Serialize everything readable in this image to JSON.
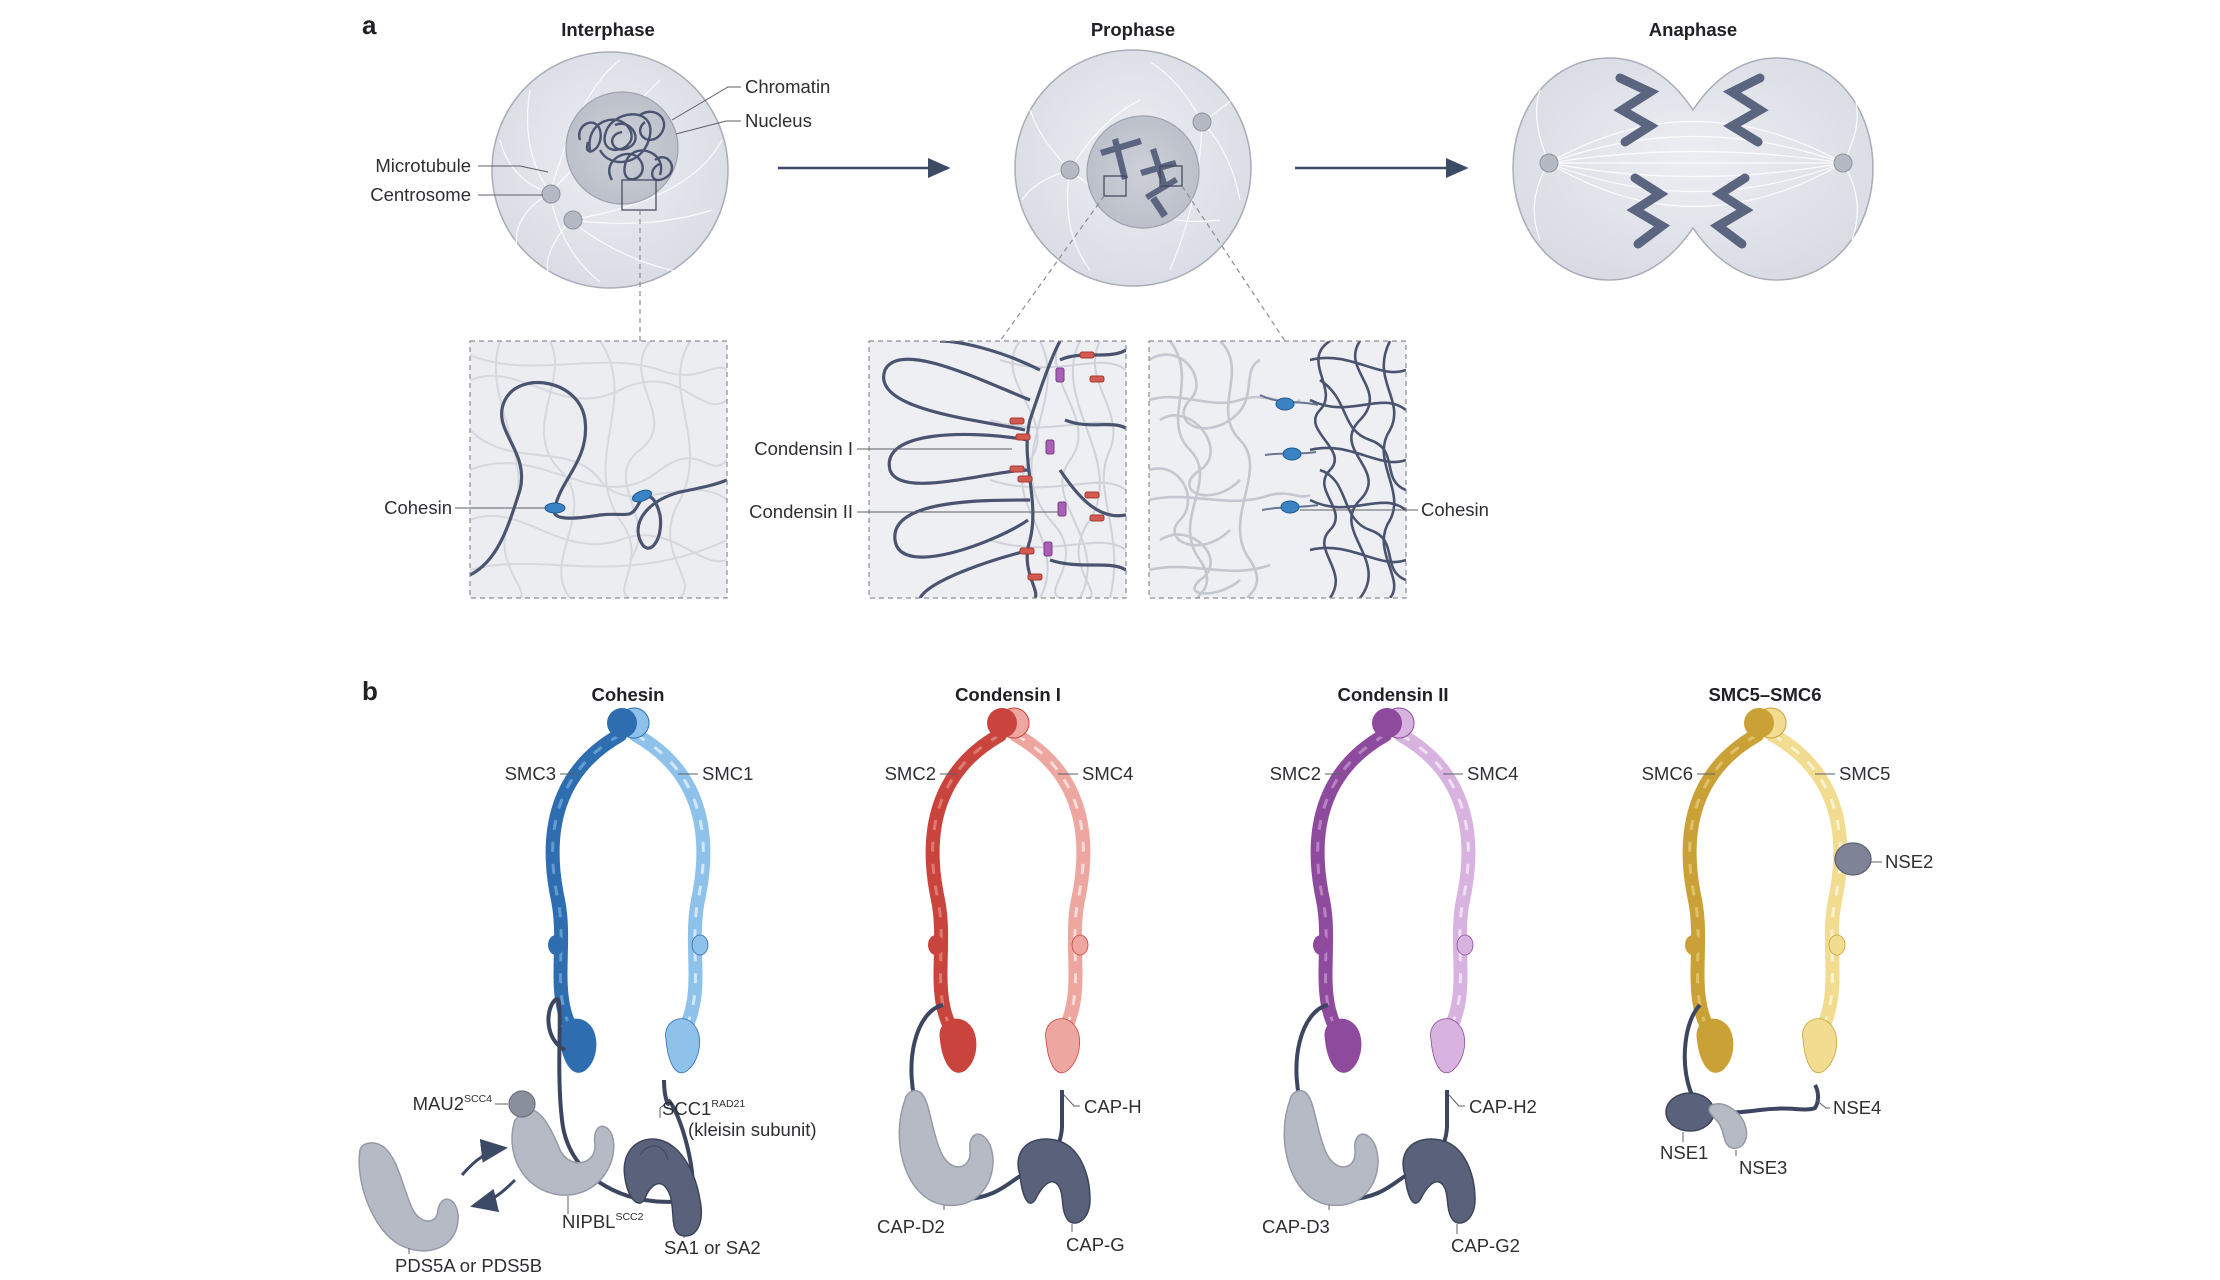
{
  "panel_a": {
    "letter": "a",
    "phases": {
      "interphase": "Interphase",
      "prophase": "Prophase",
      "anaphase": "Anaphase"
    },
    "cell_labels": {
      "chromatin": "Chromatin",
      "nucleus": "Nucleus",
      "microtubule": "Microtubule",
      "centrosome": "Centrosome"
    },
    "inset_labels": {
      "cohesin_interphase": "Cohesin",
      "condensin_1": "Condensin I",
      "condensin_2": "Condensin II",
      "cohesin_prophase": "Cohesin"
    }
  },
  "panel_b": {
    "letter": "b",
    "complexes": {
      "cohesin": {
        "title": "Cohesin",
        "left_arm": "SMC3",
        "right_arm": "SMC1",
        "colors": {
          "dark": "#2f6db1",
          "light": "#8ec2ea"
        },
        "mau2": "MAU2",
        "mau2_sup": "SCC4",
        "scc1": "SCC1",
        "scc1_sup": "RAD21",
        "kleisin": "(kleisin subunit)",
        "nipbl": "NIPBL",
        "nipbl_sup": "SCC2",
        "sa": "SA1 or SA2",
        "pds5": "PDS5A or PDS5B"
      },
      "condensin_1": {
        "title": "Condensin I",
        "left_arm": "SMC2",
        "right_arm": "SMC4",
        "colors": {
          "dark": "#c9443d",
          "light": "#eea7a0"
        },
        "kleisin": "CAP-H",
        "heat_1": "CAP-D2",
        "heat_2": "CAP-G"
      },
      "condensin_2": {
        "title": "Condensin II",
        "left_arm": "SMC2",
        "right_arm": "SMC4",
        "colors": {
          "dark": "#8e4a9c",
          "light": "#d8b3e0"
        },
        "kleisin": "CAP-H2",
        "heat_1": "CAP-D3",
        "heat_2": "CAP-G2"
      },
      "smc5_6": {
        "title": "SMC5–SMC6",
        "left_arm": "SMC6",
        "right_arm": "SMC5",
        "colors": {
          "dark": "#c9a137",
          "light": "#f2dc8f"
        },
        "nse2": "NSE2",
        "nse4": "NSE4",
        "nse1": "NSE1",
        "nse3": "NSE3"
      }
    }
  }
}
